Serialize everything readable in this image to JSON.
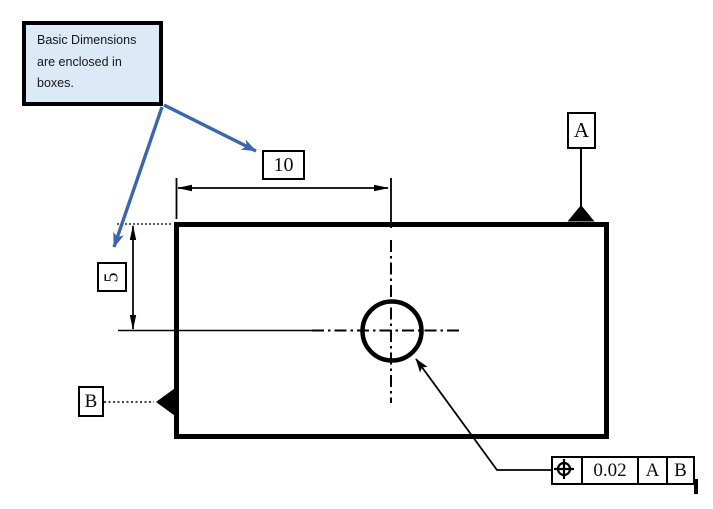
{
  "figure": {
    "callout": {
      "lines": [
        "Basic Dimensions",
        "are enclosed in",
        "boxes."
      ]
    },
    "dimensions": {
      "width_basic": "10",
      "height_basic": "5"
    },
    "datum_labels": {
      "a": "A",
      "b": "B"
    },
    "fcf": {
      "symbol": "position-tolerance",
      "tolerance": "0.02",
      "datum_1": "A",
      "datum_2": "B"
    }
  },
  "colors": {
    "accent_blue": "#3B66AC",
    "callout_fill": "#DCE9F7",
    "ink": "#000000"
  }
}
